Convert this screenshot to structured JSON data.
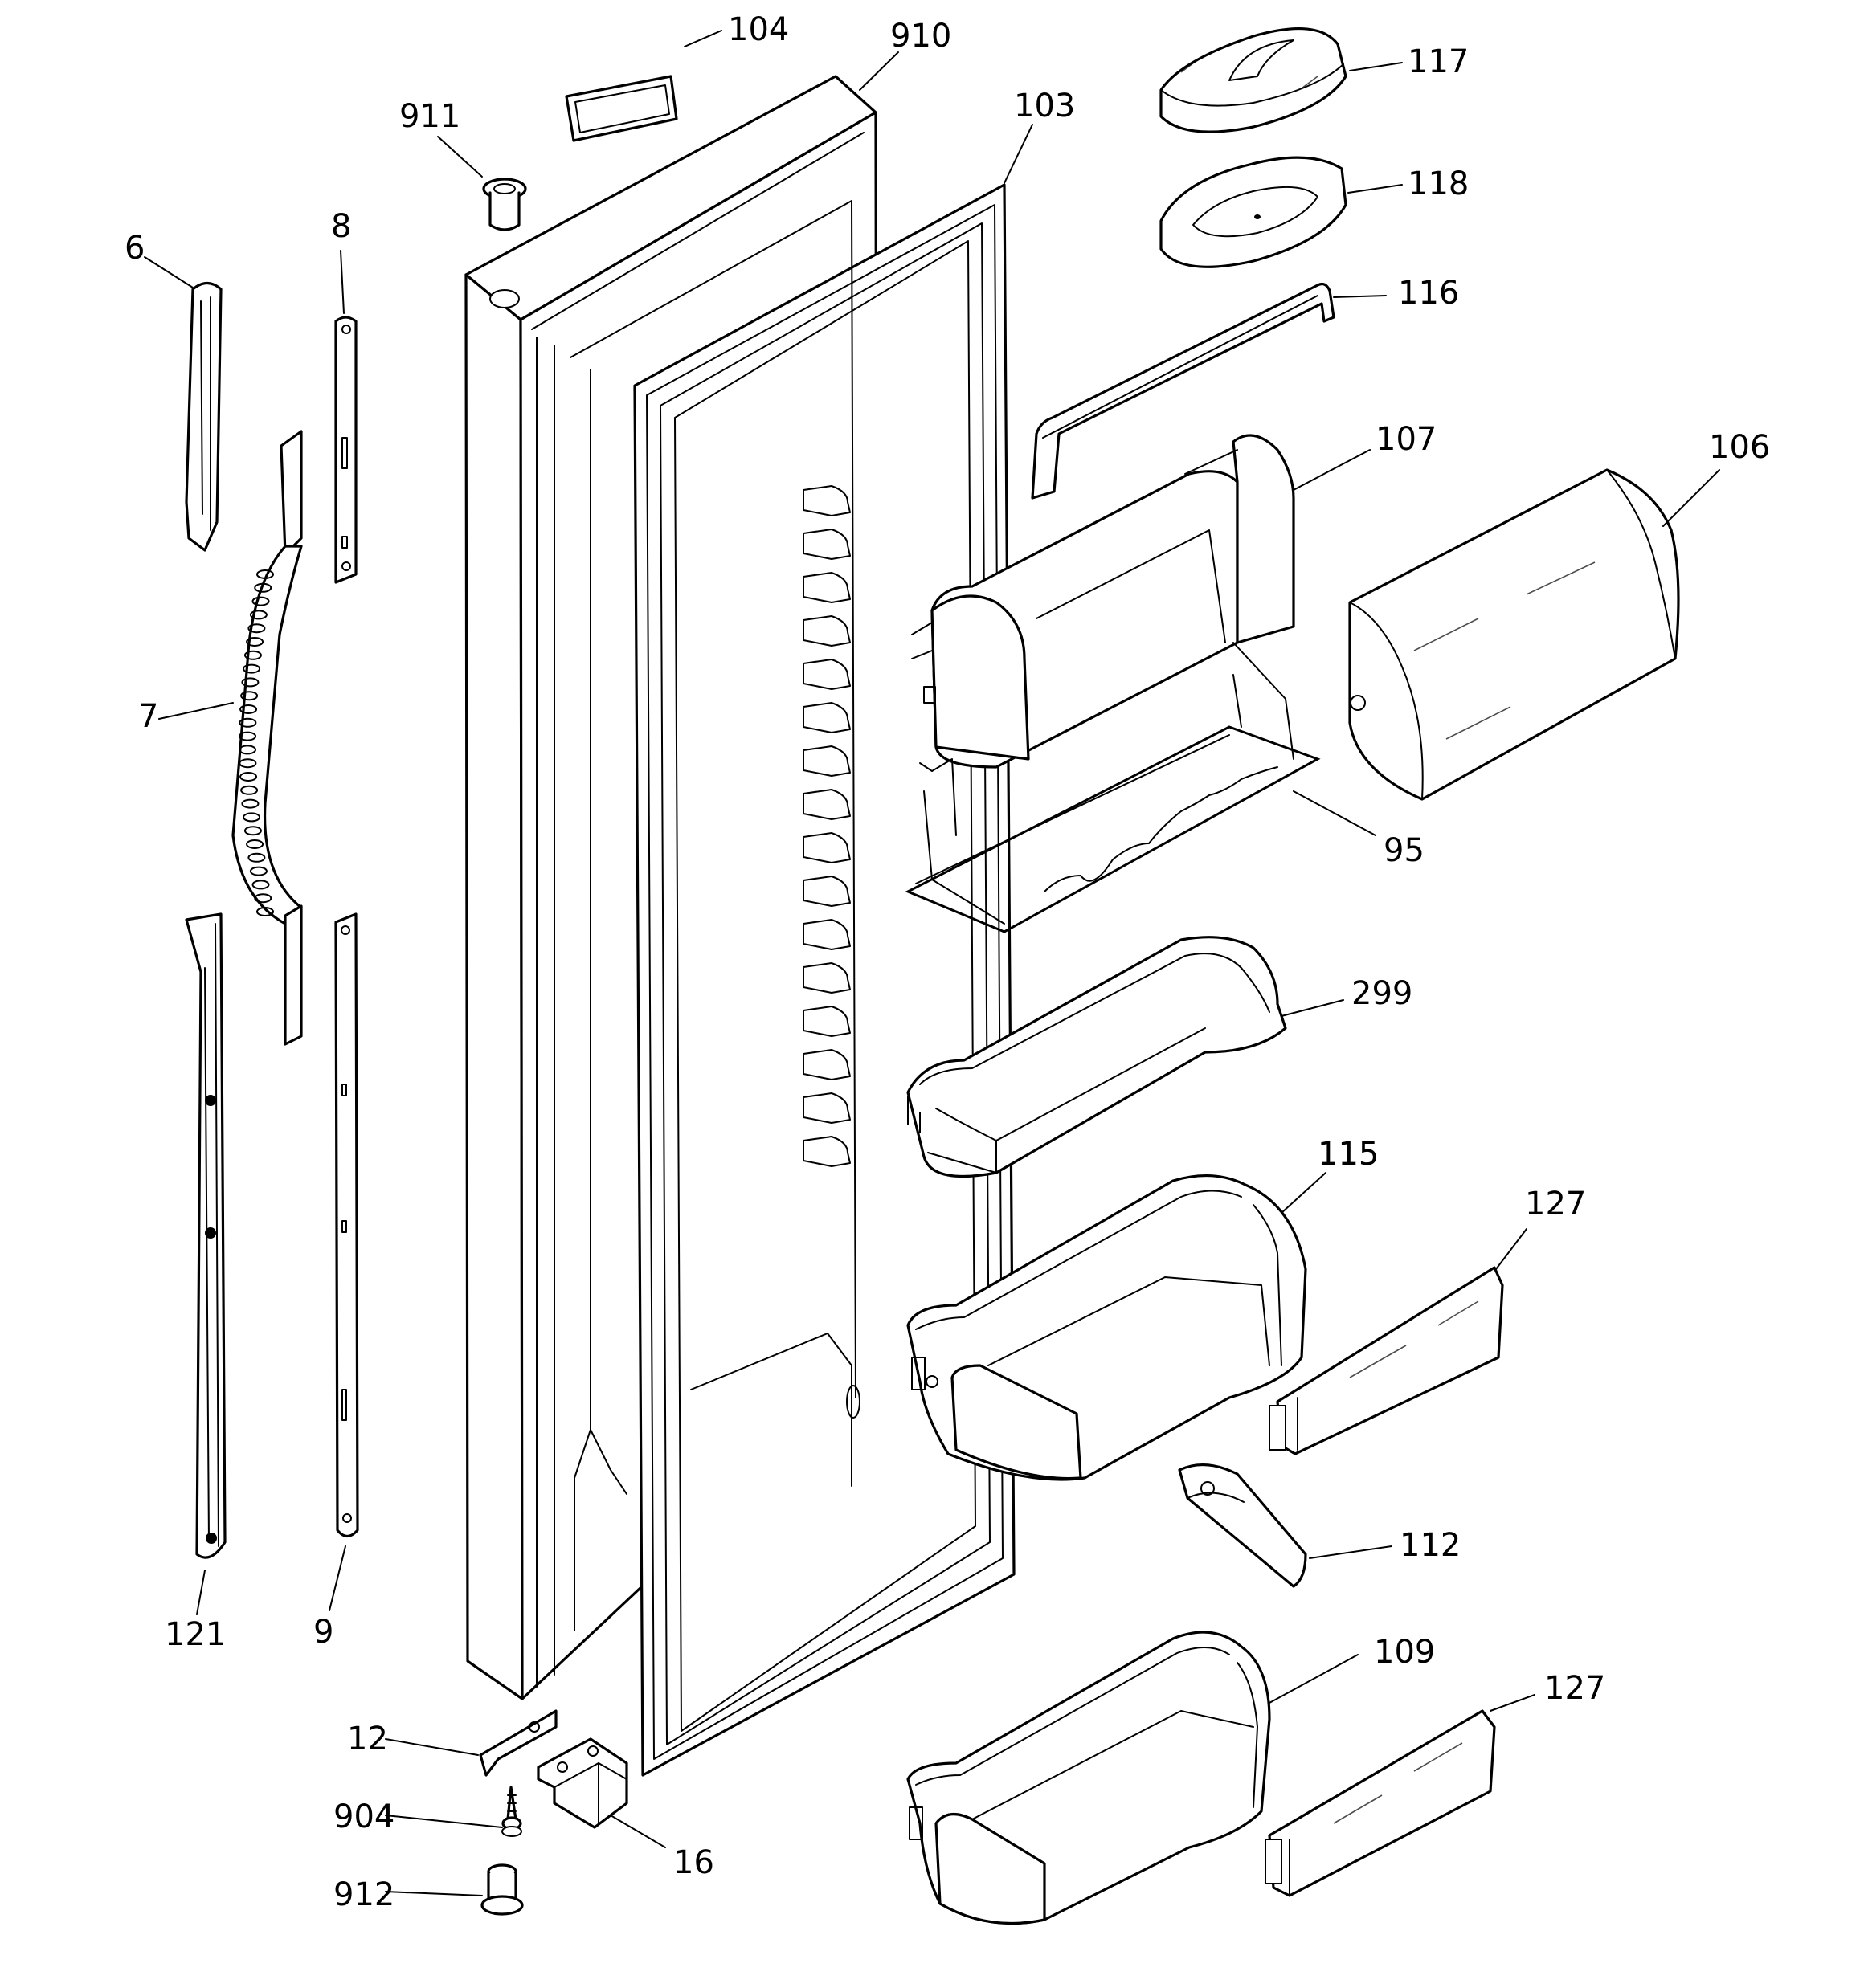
{
  "callouts": [
    {
      "id": "c104",
      "label": "104"
    },
    {
      "id": "c910",
      "label": "910"
    },
    {
      "id": "c911",
      "label": "911"
    },
    {
      "id": "c103",
      "label": "103"
    },
    {
      "id": "c117",
      "label": "117"
    },
    {
      "id": "c118",
      "label": "118"
    },
    {
      "id": "c116",
      "label": "116"
    },
    {
      "id": "c6",
      "label": "6"
    },
    {
      "id": "c8",
      "label": "8"
    },
    {
      "id": "c107",
      "label": "107"
    },
    {
      "id": "c106",
      "label": "106"
    },
    {
      "id": "c7",
      "label": "7"
    },
    {
      "id": "c95",
      "label": "95"
    },
    {
      "id": "c299",
      "label": "299"
    },
    {
      "id": "c115",
      "label": "115"
    },
    {
      "id": "c127a",
      "label": "127"
    },
    {
      "id": "c112",
      "label": "112"
    },
    {
      "id": "c121",
      "label": "121"
    },
    {
      "id": "c9",
      "label": "9"
    },
    {
      "id": "c109",
      "label": "109"
    },
    {
      "id": "c127b",
      "label": "127"
    },
    {
      "id": "c12",
      "label": "12"
    },
    {
      "id": "c904",
      "label": "904"
    },
    {
      "id": "c16",
      "label": "16"
    },
    {
      "id": "c912",
      "label": "912"
    }
  ]
}
